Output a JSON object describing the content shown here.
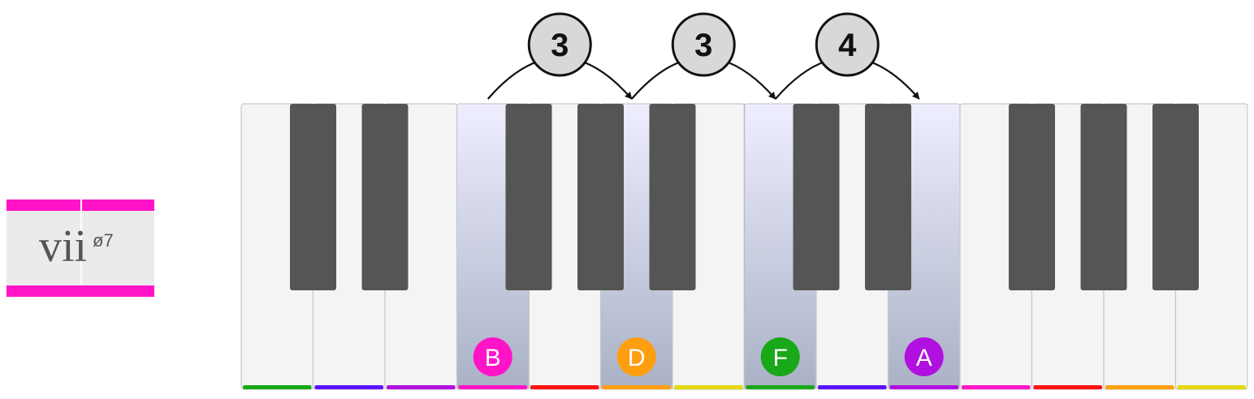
{
  "chord": {
    "numeral": "vii",
    "quality": "ø7",
    "accent_color": "#ff14c8"
  },
  "keyboard": {
    "white_keys": [
      {
        "note": "C",
        "color": "#18a818"
      },
      {
        "note": "D",
        "color": "#5a12ff"
      },
      {
        "note": "E",
        "color": "#b010e0"
      },
      {
        "note": "F",
        "color": "#ff14c8"
      },
      {
        "note": "G",
        "color": "#ff1212"
      },
      {
        "note": "A",
        "color": "#ff9f10"
      },
      {
        "note": "B",
        "color": "#e4d810"
      },
      {
        "note": "C",
        "color": "#18a818"
      },
      {
        "note": "D",
        "color": "#5a12ff"
      },
      {
        "note": "E",
        "color": "#b010e0"
      },
      {
        "note": "F",
        "color": "#ff14c8"
      },
      {
        "note": "G",
        "color": "#ff1212"
      },
      {
        "note": "A",
        "color": "#ff9f10"
      },
      {
        "note": "B",
        "color": "#e4d810"
      }
    ],
    "black_keys": [
      {
        "after_white": 0
      },
      {
        "after_white": 1
      },
      {
        "after_white": 3
      },
      {
        "after_white": 4
      },
      {
        "after_white": 5
      },
      {
        "after_white": 7
      },
      {
        "after_white": 8
      },
      {
        "after_white": 10
      },
      {
        "after_white": 11
      },
      {
        "after_white": 12
      }
    ],
    "chord_tones": [
      {
        "label": "B",
        "white_index": 3,
        "color": "#ff14c8"
      },
      {
        "label": "D",
        "white_index": 5,
        "color": "#ff9f10"
      },
      {
        "label": "F",
        "white_index": 7,
        "color": "#18a818"
      },
      {
        "label": "A",
        "white_index": 9,
        "color": "#b010e0"
      }
    ],
    "intervals": [
      {
        "label": "3",
        "from_tone": 0,
        "to_tone": 1
      },
      {
        "label": "3",
        "from_tone": 1,
        "to_tone": 2
      },
      {
        "label": "4",
        "from_tone": 2,
        "to_tone": 3
      }
    ],
    "highlight_color": "#aab1c6",
    "black_key_color": "#555555",
    "white_key_color": "#f4f4f4"
  }
}
